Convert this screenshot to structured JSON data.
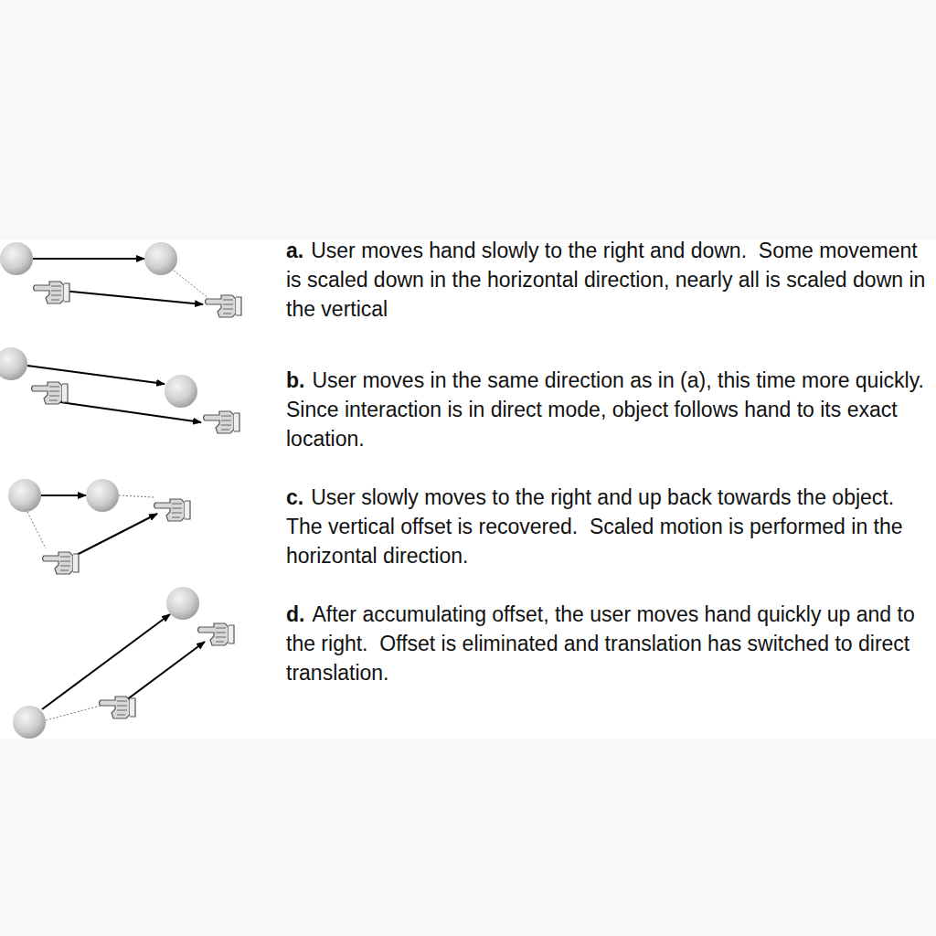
{
  "diagram": {
    "labels": [
      "a.",
      "User moves hand slowly to the right and down.  Some movement is scaled down in the horizontal direction, nearly all is scaled down in the vertical",
      "b.",
      "User moves in the same direction as in (a), this time more quickly.  Since interaction is in direct mode, object follows hand to its exact location.",
      "c.",
      "User slowly moves to the right and up back towards the object.  The vertical offset is recovered.  Scaled motion is performed in the horizontal direction.",
      "d.",
      "After accumulating offset, the user moves hand quickly up and to the right.  Offset is eliminated and translation has switched to direct translation."
    ]
  }
}
